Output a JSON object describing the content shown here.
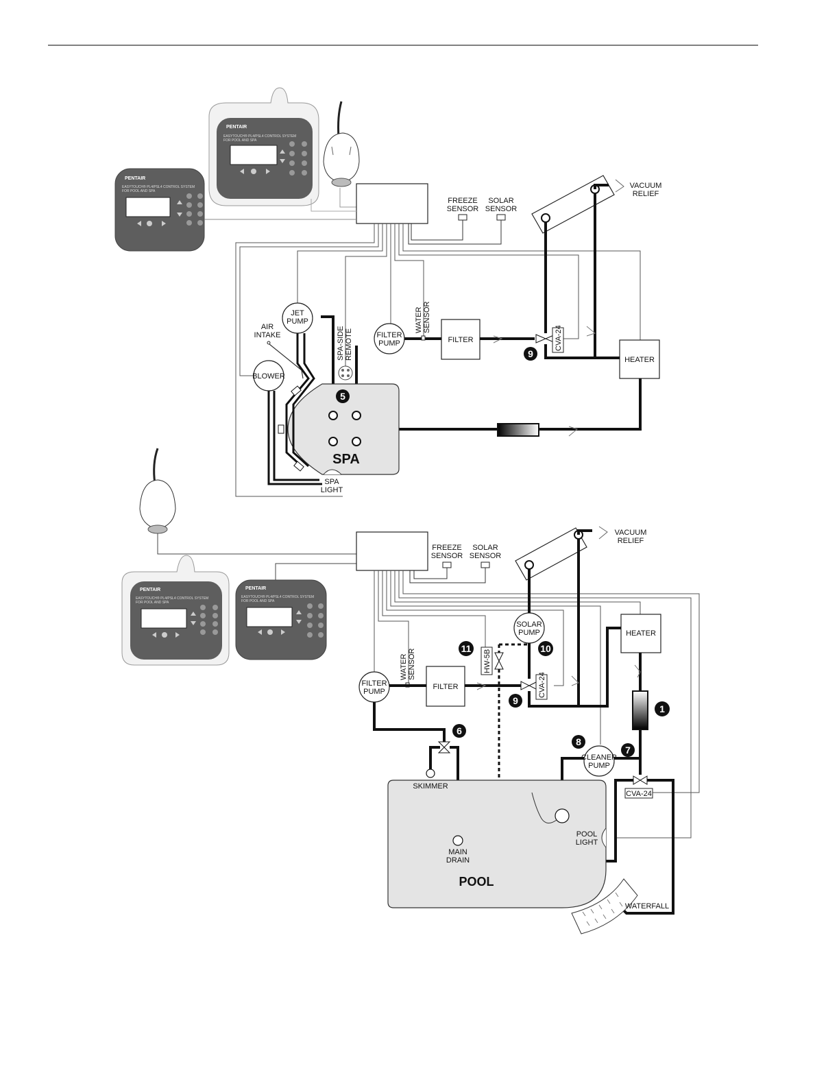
{
  "spa": {
    "controller_model": "EASYTOUCH® PL4/PSL4 CONTROL SYSTEM",
    "controller_sub": "FOR POOL AND SPA",
    "labels": {
      "freeze_sensor": [
        "FREEZE",
        "SENSOR"
      ],
      "solar_sensor": [
        "SOLAR",
        "SENSOR"
      ],
      "vacuum_relief": [
        "VACUUM",
        "RELIEF"
      ],
      "jet_pump": [
        "JET",
        "PUMP"
      ],
      "air_intake": [
        "AIR",
        "INTAKE"
      ],
      "spa_side_remote": [
        "SPA-SIDE",
        "REMOTE"
      ],
      "filter_pump": [
        "FILTER",
        "PUMP"
      ],
      "water_sensor": [
        "WATER",
        "SENSOR"
      ],
      "filter": "FILTER",
      "cva": "CVA-24",
      "heater": "HEATER",
      "blower": "BLOWER",
      "spa": "SPA",
      "spa_light": [
        "SPA",
        "LIGHT"
      ]
    },
    "callouts": [
      "9",
      "5"
    ]
  },
  "pool": {
    "controller_model": "EASYTOUCH® PL4/PSL4 CONTROL SYSTEM",
    "controller_sub": "FOR POOL AND SPA",
    "labels": {
      "freeze_sensor": [
        "FREEZE",
        "SENSOR"
      ],
      "solar_sensor": [
        "SOLAR",
        "SENSOR"
      ],
      "vacuum_relief": [
        "VACUUM",
        "RELIEF"
      ],
      "solar_pump": [
        "SOLAR",
        "PUMP"
      ],
      "heater": "HEATER",
      "hw": "HW-5B",
      "water_sensor": [
        "WATER",
        "SENSOR"
      ],
      "filter_pump": [
        "FILTER",
        "PUMP"
      ],
      "filter": "FILTER",
      "cva1": "CVA-24",
      "cva2": "CVA-24",
      "cleaner_pump": [
        "CLEANER",
        "PUMP"
      ],
      "skimmer": "SKIMMER",
      "main_drain": [
        "MAIN",
        "DRAIN"
      ],
      "pool": "POOL",
      "pool_light": [
        "POOL",
        "LIGHT"
      ],
      "waterfall": "WATERFALL"
    },
    "callouts": [
      "11",
      "10",
      "9",
      "6",
      "8",
      "7",
      "1"
    ]
  },
  "brand": "PENTAIR",
  "colors": {
    "panel": "#5e5e5e",
    "panel_dark": "#4a4a4a",
    "water": "#e4e4e4",
    "line": "#111111"
  }
}
